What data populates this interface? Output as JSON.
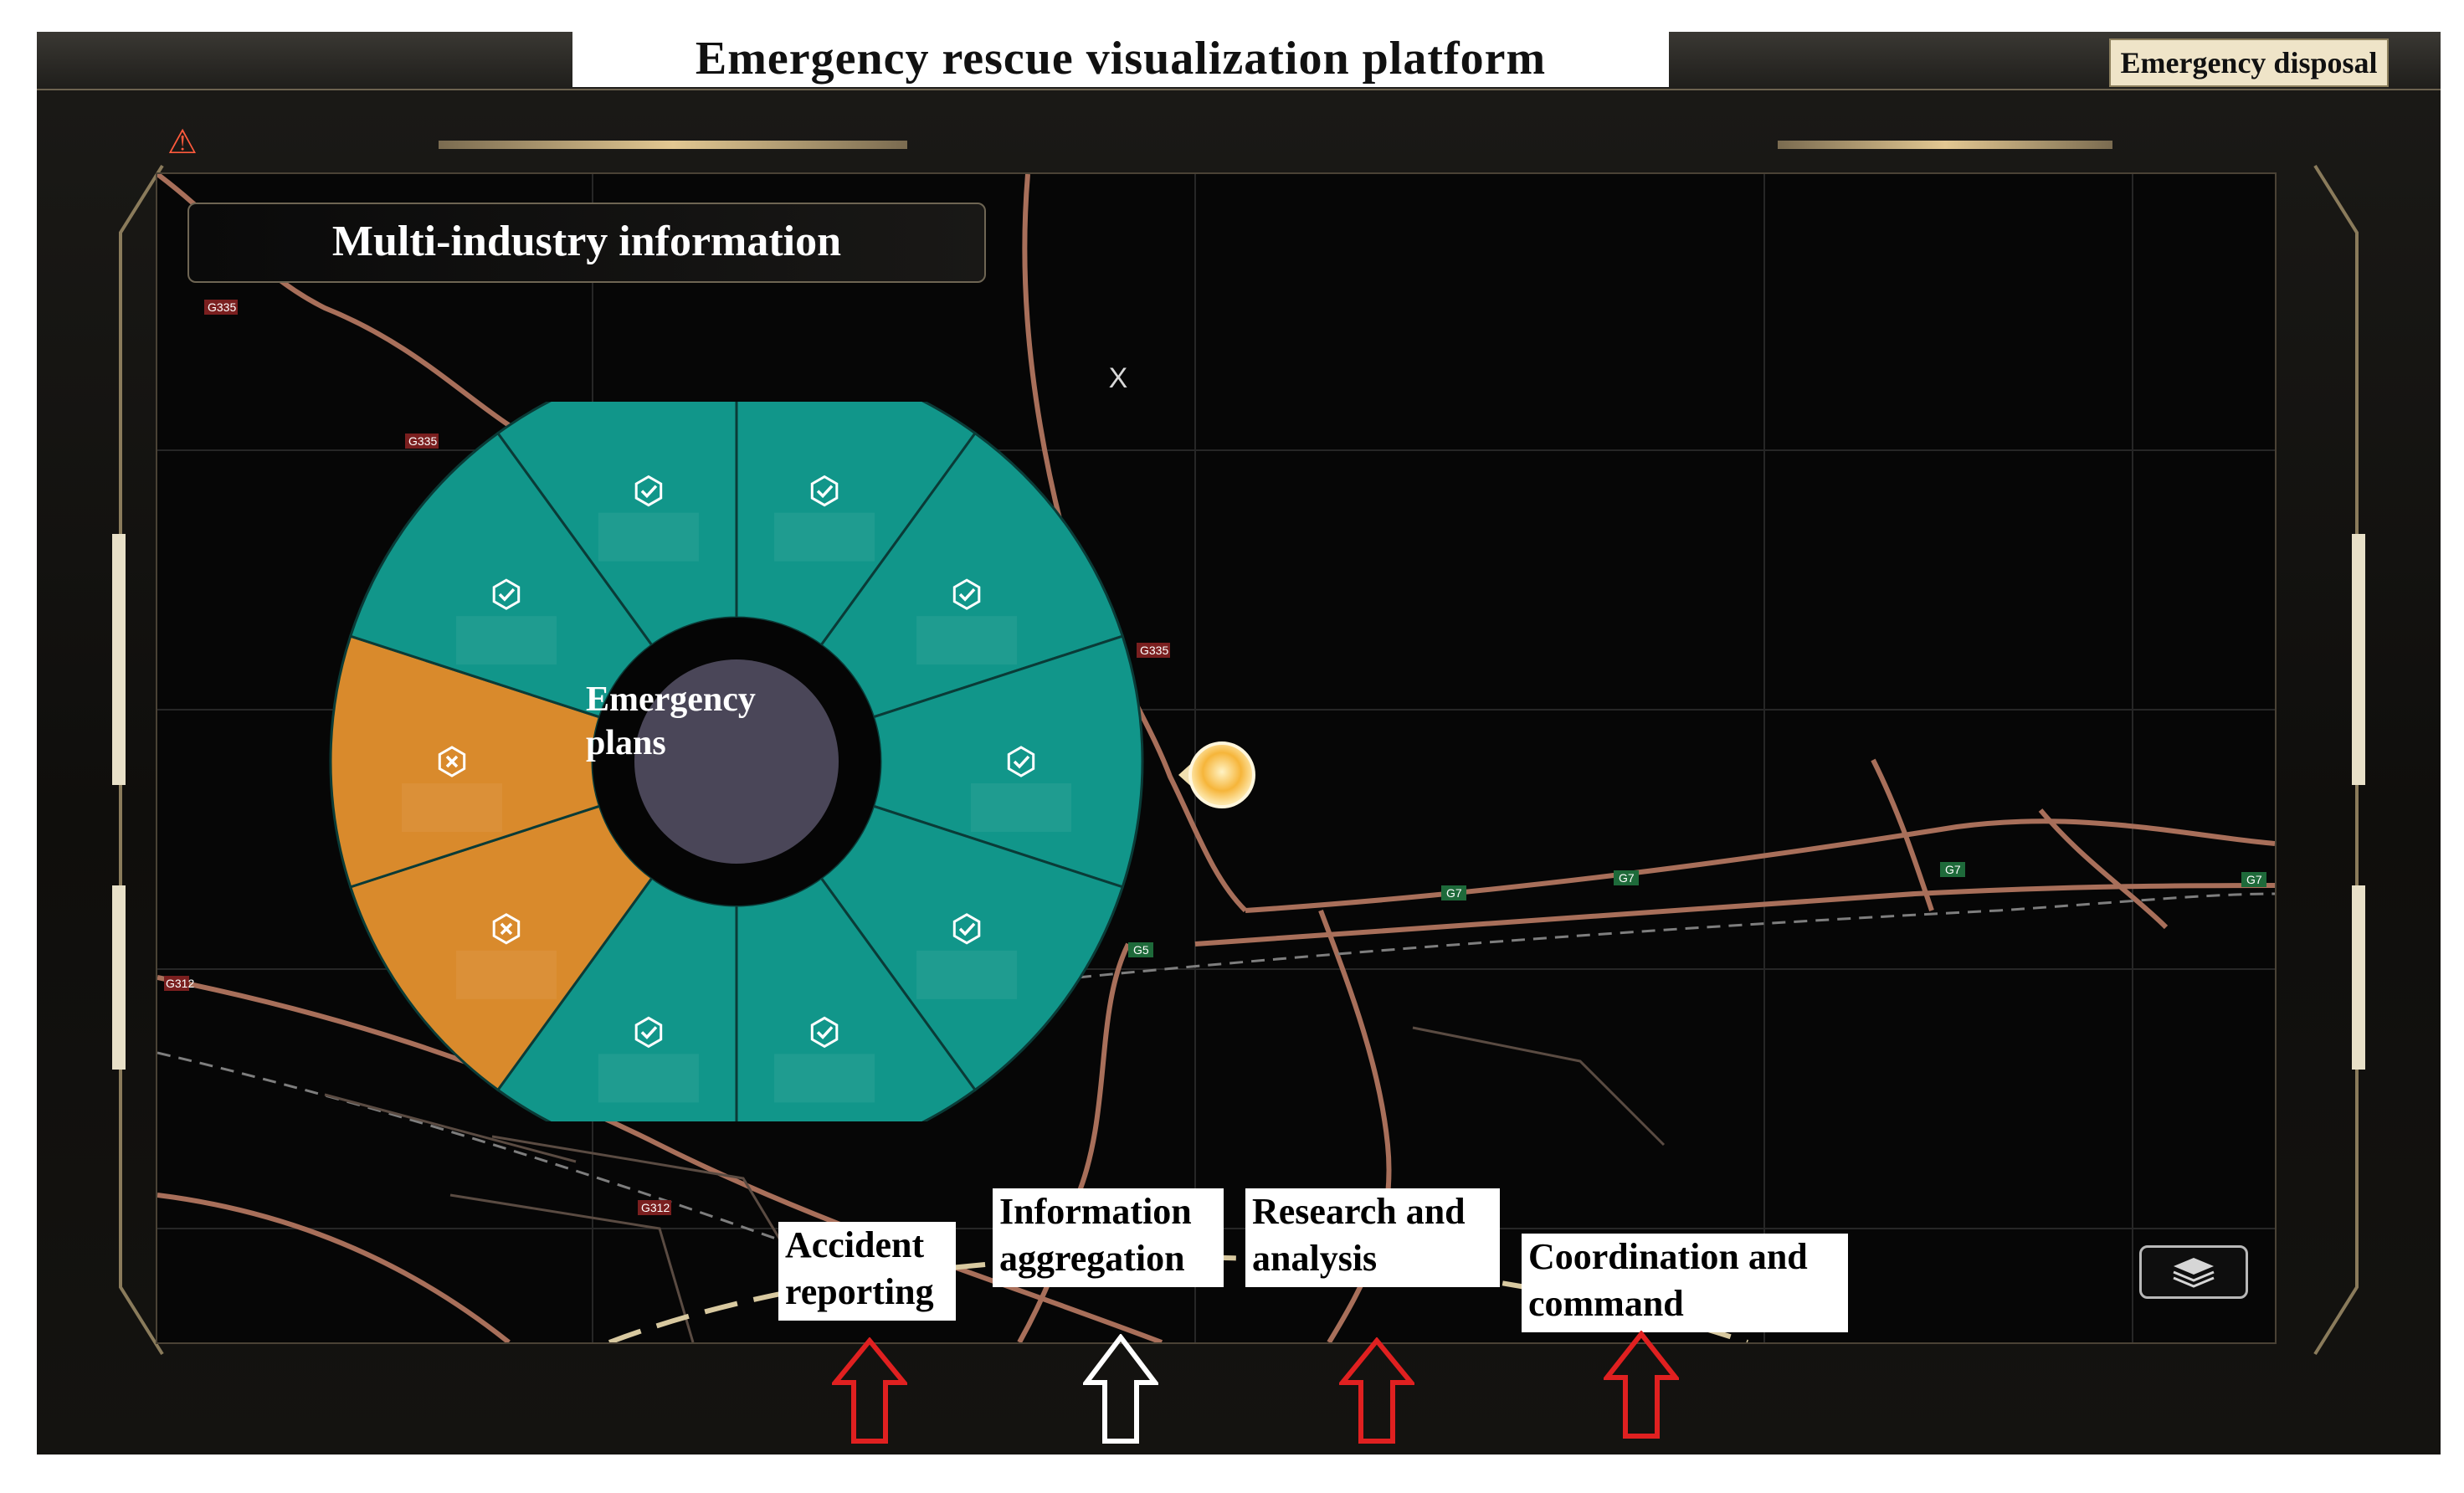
{
  "header": {
    "title": "Emergency rescue visualization platform",
    "mode_badge": "Emergency disposal"
  },
  "panel": {
    "title": "Multi-industry information"
  },
  "wheel": {
    "center_label_line1": "Emergency",
    "center_label_line2": "plans",
    "segments": [
      {
        "status": "complete",
        "icon": "check-icon",
        "color": "#11968a"
      },
      {
        "status": "complete",
        "icon": "check-icon",
        "color": "#11968a"
      },
      {
        "status": "complete",
        "icon": "check-icon",
        "color": "#11968a"
      },
      {
        "status": "complete",
        "icon": "check-icon",
        "color": "#11968a"
      },
      {
        "status": "complete",
        "icon": "check-icon",
        "color": "#11968a"
      },
      {
        "status": "complete",
        "icon": "check-icon",
        "color": "#11968a"
      },
      {
        "status": "incomplete",
        "icon": "cross-icon",
        "color": "#d98a2c"
      },
      {
        "status": "incomplete",
        "icon": "cross-icon",
        "color": "#d98a2c"
      },
      {
        "status": "complete",
        "icon": "check-icon",
        "color": "#11968a"
      },
      {
        "status": "complete",
        "icon": "check-icon",
        "color": "#11968a"
      }
    ]
  },
  "map": {
    "close_label": "X",
    "road_labels": [
      "G335",
      "G335",
      "G335",
      "G7",
      "G7",
      "G7",
      "G7",
      "G312",
      "G312",
      "G5"
    ]
  },
  "steps": [
    {
      "line1": "Accident",
      "line2": "reporting",
      "arrow_color": "#e02020"
    },
    {
      "line1": "Information",
      "line2": "aggregation",
      "arrow_color": "#ffffff"
    },
    {
      "line1": "Research and",
      "line2": "analysis",
      "arrow_color": "#e02020"
    },
    {
      "line1": "Coordination and",
      "line2": "command",
      "arrow_color": "#e02020"
    }
  ],
  "colors": {
    "teal": "#11968a",
    "orange": "#d98a2c",
    "frame_gold": "#c9a66b",
    "marker": "#f6b53a"
  }
}
